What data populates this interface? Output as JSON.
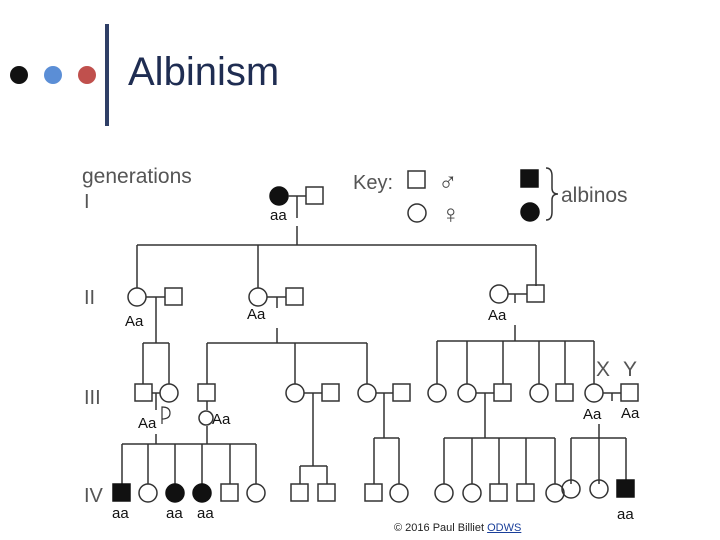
{
  "header": {
    "title": "Albinism",
    "dot_colors": [
      "#111111",
      "#5b8ed6",
      "#c0504d"
    ]
  },
  "pedigree": {
    "generations_label": "generations",
    "generation_numerals": [
      "I",
      "II",
      "III",
      "IV"
    ],
    "key": {
      "label": "Key:",
      "male_symbol": "♂",
      "female_symbol": "♀",
      "affected_label": "albinos"
    },
    "parent_labels": [
      "X",
      "Y"
    ],
    "genotypes": {
      "g1": "aa",
      "g2_left": "Aa",
      "g2_mid": "Aa",
      "g2_right": "Aa",
      "g3_left": "Aa",
      "g3_mid": "Aa",
      "g3_right_x": "Aa",
      "g3_right_y": "Aa",
      "g4_1": "aa",
      "g4_2": "aa",
      "g4_3": "aa",
      "g4_4": "aa"
    },
    "colors": {
      "line": "#333333",
      "affected": "#111111",
      "text": "#111111"
    }
  },
  "footer": {
    "copyright": "© 2016 Paul Billiet",
    "link_text": "ODWS"
  }
}
